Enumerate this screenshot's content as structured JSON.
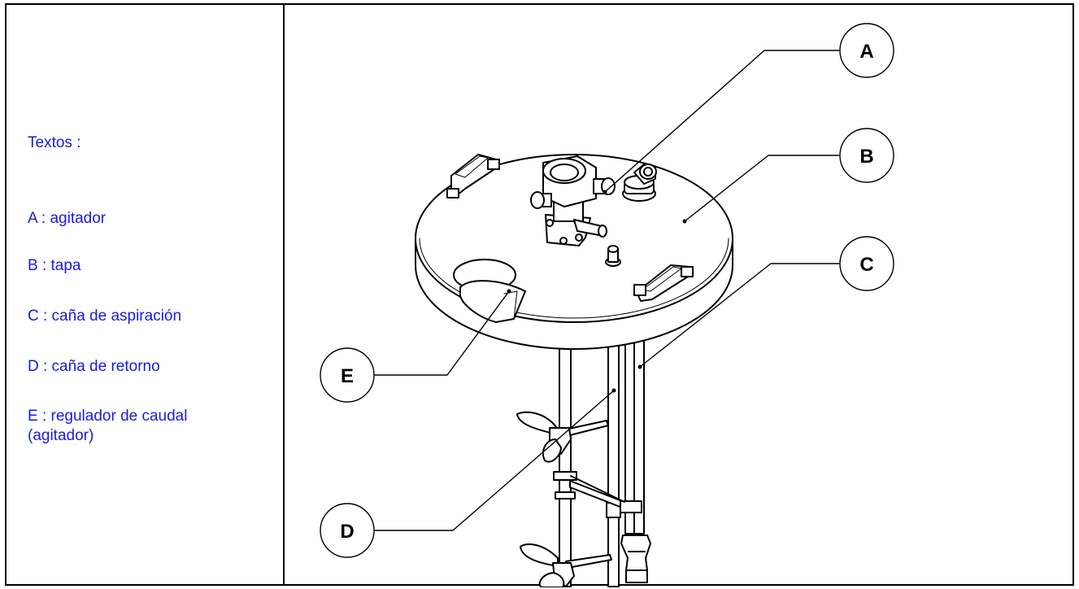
{
  "legend": {
    "heading": "Textos :",
    "items": [
      {
        "letter": "A",
        "text": "A : agitador"
      },
      {
        "letter": "B",
        "text": "B : tapa"
      },
      {
        "letter": "C",
        "text": "C : caña de aspiración"
      },
      {
        "letter": "D",
        "text": "D : caña de retorno"
      },
      {
        "letter": "E",
        "text": "E : regulador de caudal\n(agitador)"
      }
    ]
  },
  "callouts": [
    "A",
    "B",
    "C",
    "D",
    "E"
  ],
  "colors": {
    "legend_text": "#1a1adc",
    "line": "#000000",
    "background": "#ffffff"
  }
}
